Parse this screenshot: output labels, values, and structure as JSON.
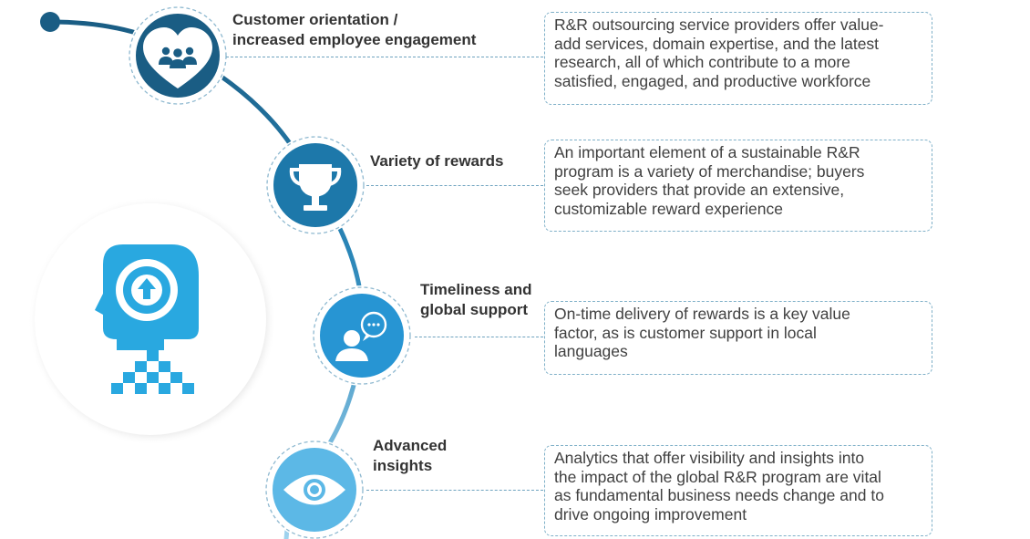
{
  "colors": {
    "stage1": "#1a5d84",
    "stage2": "#1d78aa",
    "stage3": "#2795d3",
    "stage4": "#5cb8e6",
    "head": "#29a8e0",
    "text": "#333333"
  },
  "stages": [
    {
      "icon": "heart-people-icon",
      "title": "Customer orientation /\nincreased employee engagement",
      "description": "R&R outsourcing service providers offer value-\nadd services, domain expertise, and the latest\nresearch, all of which contribute to a more\nsatisfied, engaged, and productive workforce"
    },
    {
      "icon": "trophy-icon",
      "title": "Variety of rewards",
      "description": "An important element of a sustainable R&R\nprogram is a variety of merchandise; buyers\nseek providers that provide an extensive,\ncustomizable reward experience"
    },
    {
      "icon": "support-agent-icon",
      "title": "Timeliness and\nglobal support",
      "description": "On-time delivery of rewards is a key value\nfactor, as is customer support in local\nlanguages"
    },
    {
      "icon": "eye-icon",
      "title": "Advanced\ninsights",
      "description": "Analytics that offer visibility and insights into\nthe impact of the global R&R program are vital\nas fundamental business needs change and to\ndrive ongoing improvement"
    }
  ],
  "side_icon": "head-arrow-up-icon"
}
